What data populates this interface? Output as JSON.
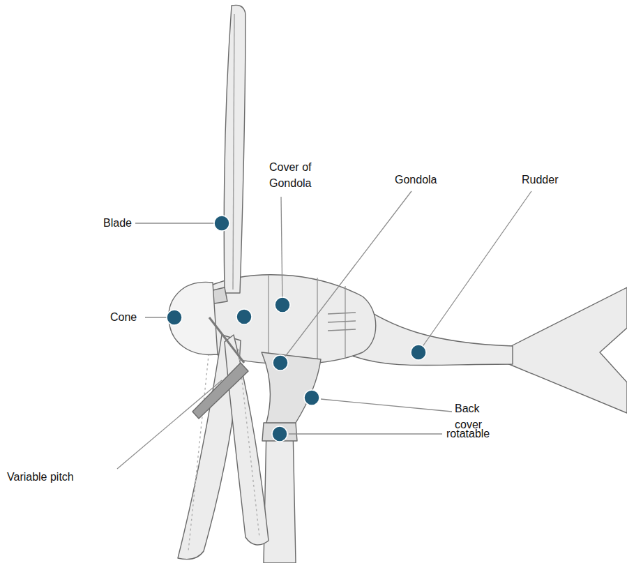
{
  "diagram": {
    "labels": [
      "Blade",
      "Cover of Gondola",
      "Gondola",
      "Rudder",
      "Cone",
      "Back cover",
      "rotatable",
      "Variable pitch"
    ]
  }
}
